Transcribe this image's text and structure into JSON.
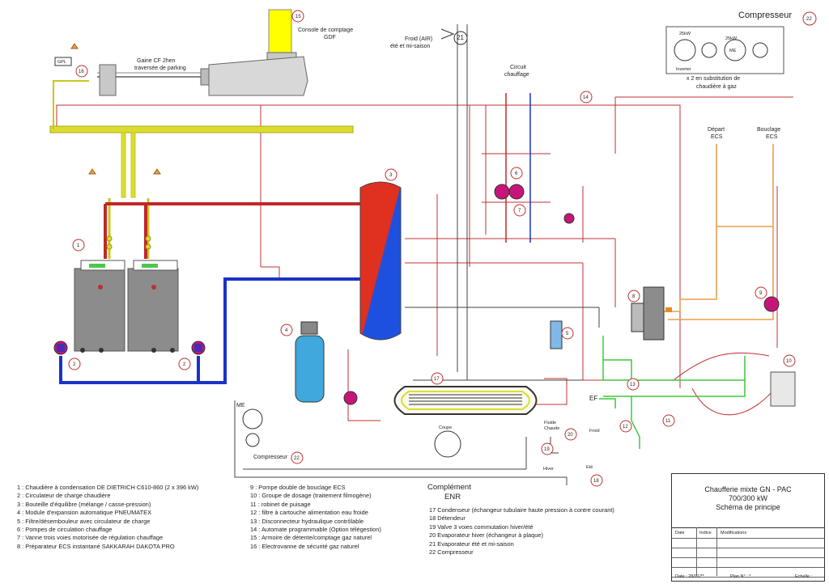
{
  "compressor_header": {
    "title": "Compresseur",
    "number": "22"
  },
  "compressor_box": {
    "kw1": "25kW",
    "kw2": "25kW",
    "motor": "ME",
    "inverter": "Inverter",
    "note1": "x 2 en substitution de",
    "note2": "chaudière à gaz"
  },
  "gas": {
    "console_num": "15",
    "console_label1": "Console de comptage",
    "console_label2": "GDF",
    "gaine1": "Gaine CF 2hen",
    "gaine2": "traversée de parking",
    "num16": "16",
    "box_text": "GPL"
  },
  "froid": {
    "label1": "Froid (AIR)",
    "label2": "été et mi-saison",
    "num": "21"
  },
  "circuit": {
    "label1": "Circuit",
    "label2": "chauffage"
  },
  "depart_ecs": {
    "label1": "Départ",
    "label2": "ECS"
  },
  "bouclage_ecs": {
    "label1": "Bouclage",
    "label2": "ECS"
  },
  "nums": {
    "n1": "1",
    "n2a": "2",
    "n2b": "2",
    "n3": "3",
    "n4": "4",
    "n5": "5",
    "n6": "6",
    "n7": "7",
    "n8": "8",
    "n9": "9",
    "n10": "10",
    "n11": "11",
    "n12": "12",
    "n13": "13",
    "n14": "14",
    "n17": "17",
    "n18": "18",
    "n19": "19",
    "n20": "20",
    "n22": "22"
  },
  "ef_label": "EF",
  "enr_labels": {
    "me": "ME",
    "compresseur": "Compresseur",
    "coupe": "Coupe",
    "hiver": "Hiver",
    "ete": "Eté",
    "fluide": "Fluide",
    "chaude": "Chaude",
    "froid": "Froid"
  },
  "legend_left": [
    "1 : Chaudière à condensation DE DIETRICH C610-860 (2 x 396 kW)",
    "2 : Circulateur de charge chaudière",
    "3 : Bouteille d'équilibre (mélange / casse-pression)",
    "4 : Module d'expansion automatique PNEUMATEX",
    "5 : Filtre/désembouleur avec circulateur de charge",
    "6 : Pompes de circulation chauffage",
    "7 : Vanne trois voies motorisée de régulation chauffage",
    "8 : Préparateur ECS instantané SAKKARAH DAKOTA PRO"
  ],
  "legend_mid": [
    "9 : Pompe double de bouclage ECS",
    "10 : Groupe de dosage (traitement filmogène)",
    "11 : robinet de puisage",
    "12 : filtre à cartouche alimentation eau froide",
    "13 : Disconnecteur hydraulique contrôlable",
    "14 : Automate programmable (Option télégestion)",
    "15 : Armoire de détente/comptage gaz naturel",
    "16 : Electrovanne de sécurité gaz naturel"
  ],
  "legend_enr_title1": "Complément",
  "legend_enr_title2": "ENR",
  "legend_right": [
    "17 Condenseur (échangeur tubulaire haute pression à contre courant)",
    "18 Détendeur",
    "19 Valve 3 voies commutation hiver/été",
    "20 Evaporateur hiver (échangeur à plaque)",
    "21 Evaporateur été et mi-saison",
    "22 Compresseur"
  ],
  "titleblock": {
    "line1": "Chaufferie mixte GN - PAC",
    "line2": "700/300 kW",
    "line3": "Schéma de principe",
    "col_date": "Date",
    "col_indice": "Indice",
    "col_modif": "Modifications",
    "foot_date": "Date : 28/01/**",
    "foot_plan": "Plan N° : *",
    "foot_echelle": "Echelle :"
  },
  "colors": {
    "hot": "#c0282a",
    "cold": "#1a33c8",
    "gas": "#dcdc30",
    "ecs": "#e8a04a",
    "ef": "#3cc83c",
    "pump": "#c8147a",
    "boiler": "#8c8c8c",
    "tank_red": "#e03020",
    "tank_blue": "#1e50e0",
    "expansion": "#40a8dc",
    "console": "#ffff00"
  }
}
